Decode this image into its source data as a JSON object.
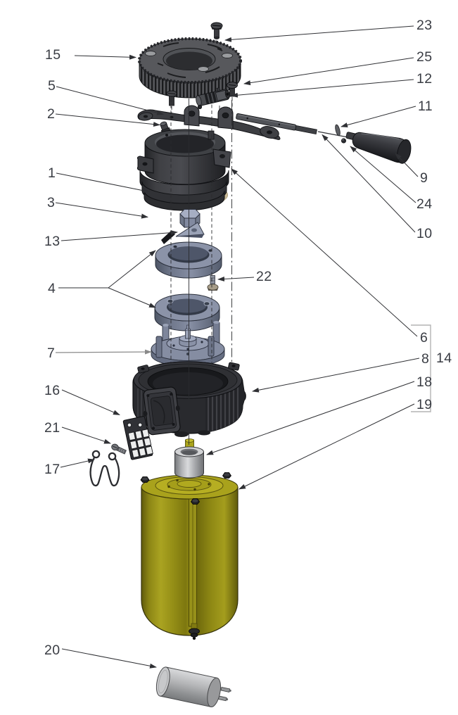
{
  "diagram": {
    "type": "exploded-parts-diagram",
    "callouts": {
      "c1": "1",
      "c2": "2",
      "c3": "3",
      "c4": "4",
      "c5": "5",
      "c6": "6",
      "c7": "7",
      "c8": "8",
      "c9": "9",
      "c10": "10",
      "c11": "11",
      "c12": "12",
      "c13": "13",
      "c14": "14",
      "c15": "15",
      "c16": "16",
      "c17": "17",
      "c18": "18",
      "c19": "19",
      "c20": "20",
      "c21": "21",
      "c22": "22",
      "c23": "23",
      "c24": "24",
      "c25": "25"
    }
  },
  "colors": {
    "background": "#ffffff",
    "line": "#2f3034",
    "dark_part": "#2e2f33",
    "slate_part": "#8b93a8",
    "oring_tan": "#c9ba96",
    "motor_olive": "#9d9719",
    "capacitor_gray": "#b5b6b8",
    "bracket_gray": "#b4b4b4"
  }
}
